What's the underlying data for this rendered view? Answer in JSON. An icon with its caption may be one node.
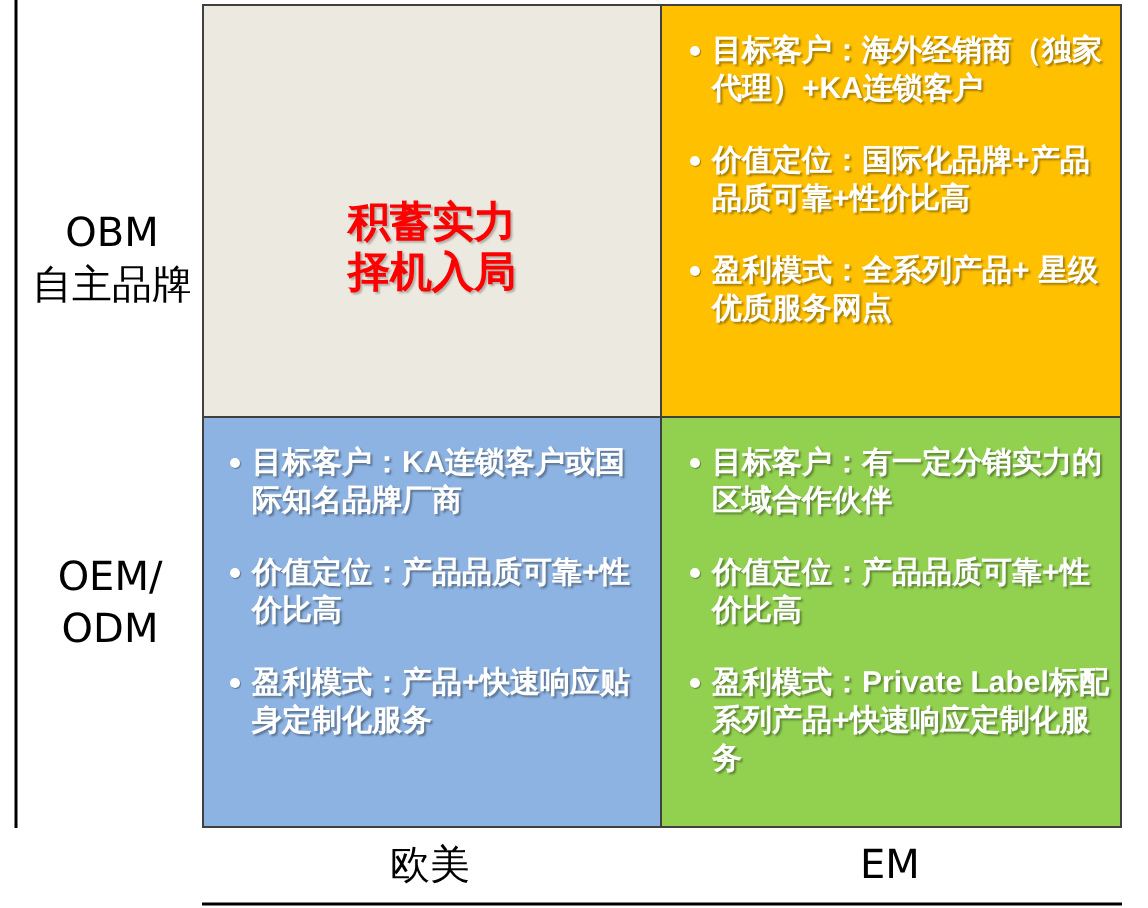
{
  "diagram": {
    "nodes": [
      {
        "text": [
          "积蓄实力择机入局"
        ]
      },
      {
        "text": [
          "目标客户：海外经销商（独家代理）+KA连锁客户",
          "价值定位：国际化品牌+产品品质可靠+性价比高",
          "盈利模式：全系列产品+ 星级优质服务网点"
        ]
      },
      {
        "text": [
          "目标客户：KA连锁客户或国际知名品牌厂商",
          "价值定位：产品品质可靠+性价比高",
          "盈利模式：产品+快速响应贴身定制化服务"
        ]
      },
      {
        "text": [
          "目标客户：有一定分销实力的区域合作伙伴",
          "价值定位：产品品质可靠+性价比高",
          "盈利模式：Private Label标配系列产品+快速响应定制化服务"
        ]
      }
    ],
    "labels": [
      "OBM 自主品牌",
      "OEM/ ODM",
      "欧美",
      "EM"
    ]
  }
}
